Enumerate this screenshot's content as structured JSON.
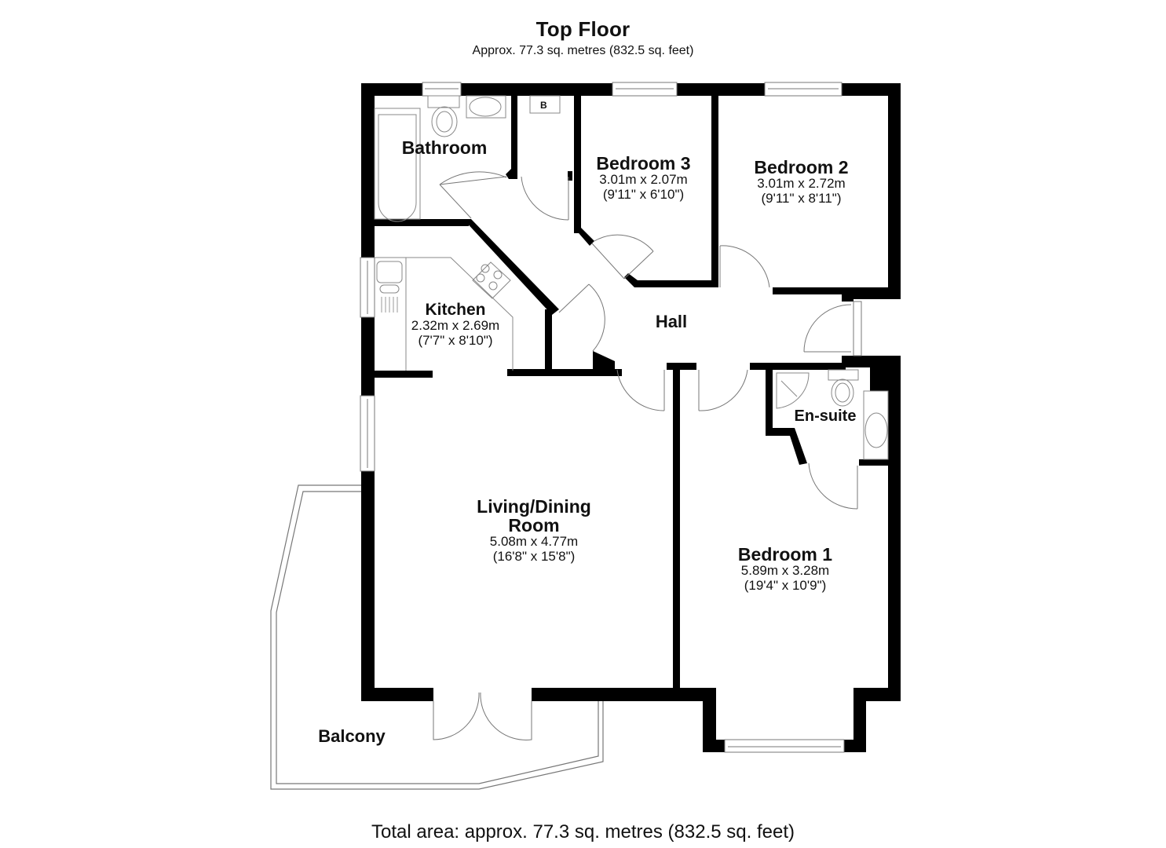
{
  "header": {
    "title": "Top Floor",
    "subtitle": "Approx. 77.3 sq. metres (832.5 sq. feet)"
  },
  "footer": {
    "total_area": "Total area: approx. 77.3 sq. metres (832.5 sq. feet)"
  },
  "rooms": {
    "bathroom": {
      "name": "Bathroom"
    },
    "bedroom3": {
      "name": "Bedroom 3",
      "metric": "3.01m x 2.07m",
      "imperial": "(9'11\" x 6'10\")"
    },
    "bedroom2": {
      "name": "Bedroom 2",
      "metric": "3.01m x 2.72m",
      "imperial": "(9'11\" x 8'11\")"
    },
    "kitchen": {
      "name": "Kitchen",
      "metric": "2.32m x 2.69m",
      "imperial": "(7'7\" x 8'10\")"
    },
    "hall": {
      "name": "Hall"
    },
    "ensuite": {
      "name": "En-suite"
    },
    "living": {
      "name_line1": "Living/Dining",
      "name_line2": "Room",
      "metric": "5.08m x 4.77m",
      "imperial": "(16'8\" x 15'8\")"
    },
    "bedroom1": {
      "name": "Bedroom 1",
      "metric": "5.89m x 3.28m",
      "imperial": "(19'4\" x 10'9\")"
    },
    "balcony": {
      "name": "Balcony"
    }
  },
  "fixtures": {
    "boiler_label": "B"
  },
  "colors": {
    "wall": "#000000",
    "fixture_line": "#8a8a8a",
    "background": "#ffffff"
  }
}
